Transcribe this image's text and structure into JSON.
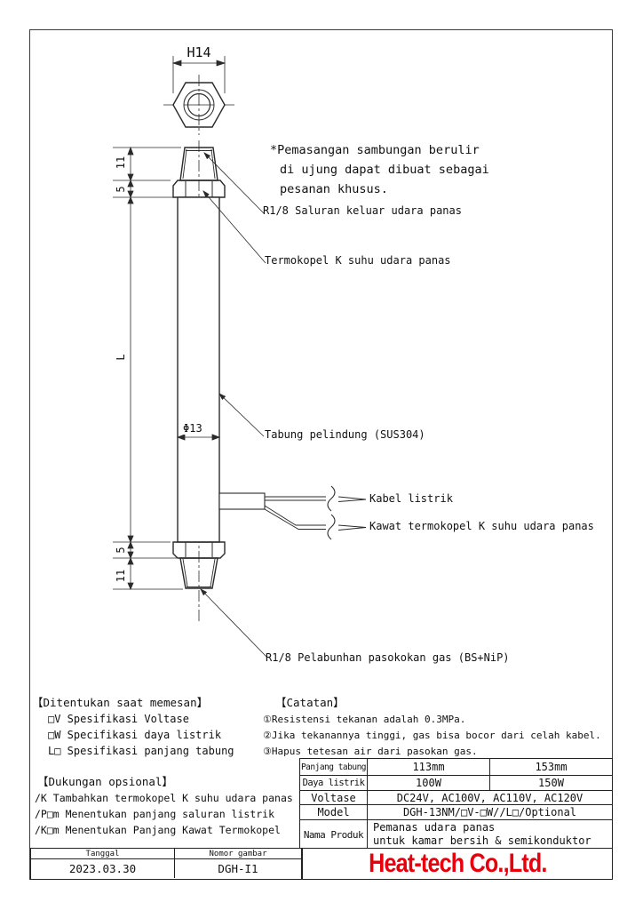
{
  "drawing": {
    "dims": {
      "h14": "H14",
      "top_thread": "11",
      "top_hex": "5",
      "length": "L",
      "diameter": "Φ13",
      "bottom_hex": "5",
      "bottom_thread": "11"
    },
    "note_star": [
      "*Pemasangan sambungan berulir",
      "di ujung dapat dibuat sebagai",
      "pesanan khusus."
    ],
    "callouts": {
      "outlet": "R1/8 Saluran keluar udara panas",
      "thermocouple": "Termokopel K suhu udara panas",
      "tube": "Tabung pelindung (SUS304)",
      "cable": "Kabel listrik",
      "tc_wire": "Kawat termokopel K suhu udara panas",
      "gas_inlet": "R1/8 Pelabunhan pasokokan gas (BS+NiP)"
    }
  },
  "order_section": {
    "title": "【Ditentukan saat memesan】",
    "items": [
      "□V Spesifikasi Voltase",
      "□W Specifikasi daya listrik",
      "L□ Spesifikasi panjang tabung"
    ]
  },
  "notes_section": {
    "title": "【Catatan】",
    "items": [
      "①Resistensi tekanan adalah 0.3MPa.",
      "②Jika tekanannya tinggi, gas bisa bocor dari celah kabel.",
      "③Hapus tetesan air dari pasokan gas."
    ]
  },
  "optional_section": {
    "title": "【Dukungan opsional】",
    "items": [
      "/K Tambahkan termokopel K suhu udara panas",
      "/P□m Menentukan panjang saluran listrik",
      "/K□m Menentukan Panjang Kawat Termokopel"
    ]
  },
  "spec_table": {
    "rows": [
      {
        "label": "Panjang tabung",
        "values": [
          "113mm",
          "153mm"
        ]
      },
      {
        "label": "Daya listrik",
        "values": [
          "100W",
          "150W"
        ]
      },
      {
        "label": "Voltase",
        "span": "DC24V, AC100V, AC110V, AC120V"
      },
      {
        "label": "Model",
        "span": "DGH-13NM/□V-□W//L□/Optional"
      },
      {
        "label": "Nama Produk",
        "span_lines": [
          "Pemanas udara panas",
          "untuk kamar bersih & semikonduktor"
        ]
      }
    ]
  },
  "title_block": {
    "date_label": "Tanggal",
    "date": "2023.03.30",
    "number_label": "Nomor gambar",
    "number": "DGH-I1"
  },
  "logo": {
    "text": "Heat-tech Co.,Ltd.",
    "color": "#e8000d"
  }
}
